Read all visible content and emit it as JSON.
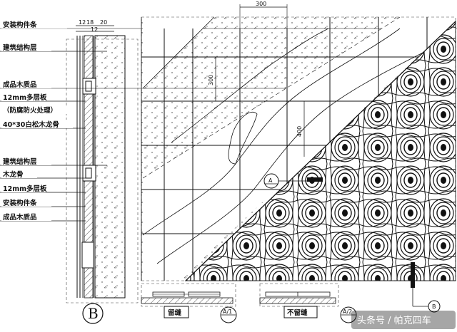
{
  "section_labels_upper": [
    "安装构件条",
    "建筑结构层",
    "成品木质品",
    "12mm多层板",
    "（防腐防火处理）",
    "40*30白松木龙骨"
  ],
  "section_labels_lower": [
    "建筑结构层",
    "木龙骨",
    "12mm多层板",
    "安装构件条",
    "成品木质品"
  ],
  "top_dims": [
    "12",
    "18",
    "20",
    "12"
  ],
  "elevation_dims": {
    "top": "300",
    "left": "300",
    "middle": "400"
  },
  "callout_A": "A",
  "callout_B_small": "B",
  "detail_B": "B",
  "joint_labels": {
    "with_gap": "留缝",
    "no_gap": "不留缝"
  },
  "detail_tags": {
    "left": "A/1",
    "right": "A/2"
  },
  "watermark": "头条号 / 帕克四车"
}
